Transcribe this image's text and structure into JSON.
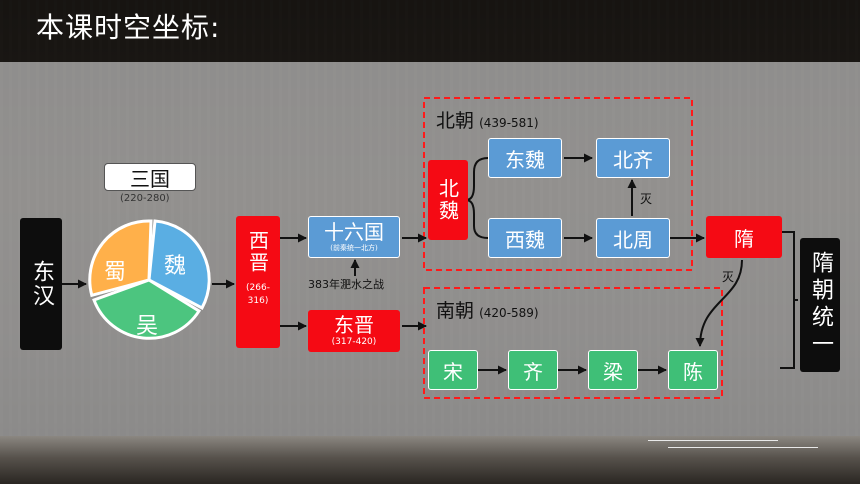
{
  "slide_title": "本课时空坐标:",
  "colors": {
    "red": "#f50a14",
    "blue": "#5b9bd5",
    "green": "#3fbf77",
    "pie_orange": "#ffb04a",
    "pie_blue": "#5aaee3",
    "pie_green": "#4cc57f"
  },
  "nodes": {
    "donghan": "东汉",
    "sanguo_title": "三国",
    "sanguo_years": "(220-280)",
    "shu": "蜀",
    "wei": "魏",
    "wu": "吴",
    "xijin": "西晋",
    "xijin_years": "(266-316)",
    "shiliuguo": "十六国",
    "shiliuguo_note": "(前秦统一北方)",
    "feishui": "383年淝水之战",
    "dongjin": "东晋",
    "dongjin_years": "(317-420)",
    "beichao_title": "北朝",
    "beichao_years": "(439-581)",
    "beiwei": "北魏",
    "dongwei": "东魏",
    "beiqi": "北齐",
    "xiwei": "西魏",
    "beizhou": "北周",
    "mie1": "灭",
    "sui": "隋",
    "mie2": "灭",
    "nanchao_title": "南朝",
    "nanchao_years": "(420-589)",
    "song": "宋",
    "qi": "齐",
    "liang": "梁",
    "chen": "陈",
    "sui_unify": "隋朝统一"
  }
}
